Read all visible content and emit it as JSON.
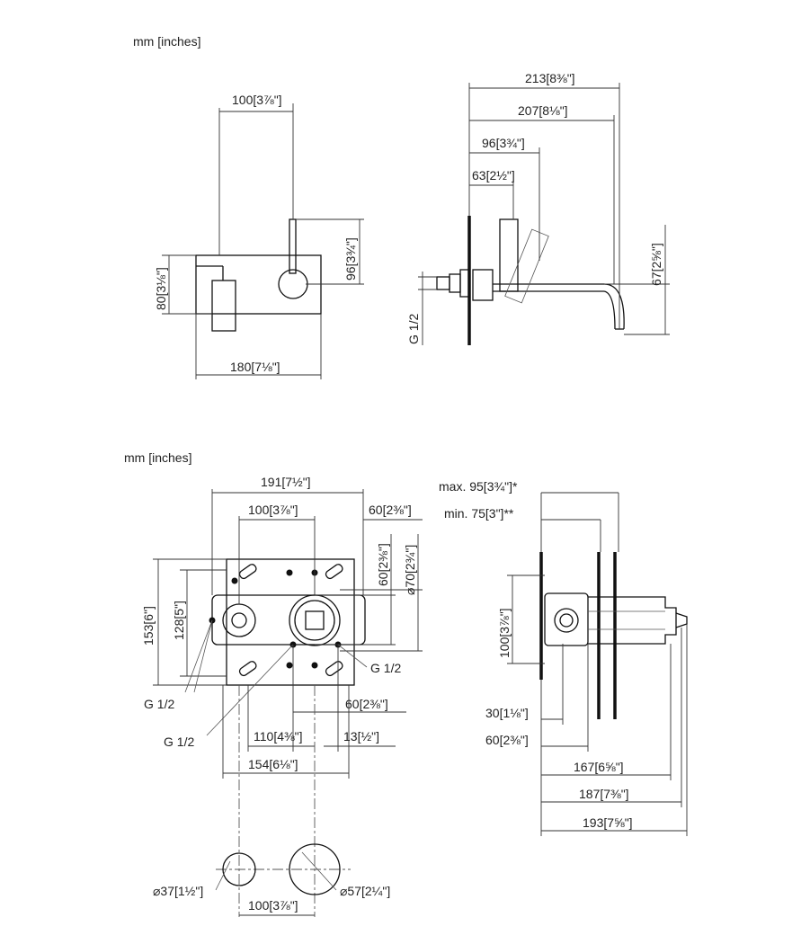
{
  "units_top": "mm [inches]",
  "units_bottom": "mm [inches]",
  "top_front": {
    "dim_width_spout": "100[3⅞\"]",
    "dim_height_lever": "96[3¾\"]",
    "dim_plate_height": "80[3⅛\"]",
    "dim_plate_width": "180[7⅛\"]"
  },
  "top_side": {
    "dim_213": "213[8⅜\"]",
    "dim_207": "207[8⅛\"]",
    "dim_96": "96[3¾\"]",
    "dim_63": "63[2½\"]",
    "dim_67": "67[2⅝\"]",
    "thread": "G 1/2"
  },
  "bottom_front": {
    "dim_191": "191[7½\"]",
    "dim_100": "100[3⅞\"]",
    "dim_60_top": "60[2⅜\"]",
    "dim_60_vert": "60[2⅜\"]",
    "dim_d70": "⌀70[2¾\"]",
    "dim_153": "153[6\"]",
    "dim_128": "128[5\"]",
    "thread_right": "G 1/2",
    "thread_left": "G 1/2",
    "thread_bottom": "G 1/2",
    "dim_60_bottom": "60[2⅜\"]",
    "dim_110": "110[4⅜\"]",
    "dim_13": "13[½\"]",
    "dim_154": "154[6⅛\"]",
    "dim_d37": "⌀37[1½\"]",
    "dim_d57": "⌀57[2¼\"]",
    "dim_100_bottom": "100[3⅞\"]"
  },
  "bottom_side": {
    "dim_max95": "max. 95[3¾\"]*",
    "dim_min75": "min. 75[3\"]**",
    "dim_100": "100[3⅞\"]",
    "dim_30": "30[1⅛\"]",
    "dim_60": "60[2⅜\"]",
    "dim_167": "167[6⅝\"]",
    "dim_187": "187[7⅜\"]",
    "dim_193": "193[7⅝\"]"
  }
}
